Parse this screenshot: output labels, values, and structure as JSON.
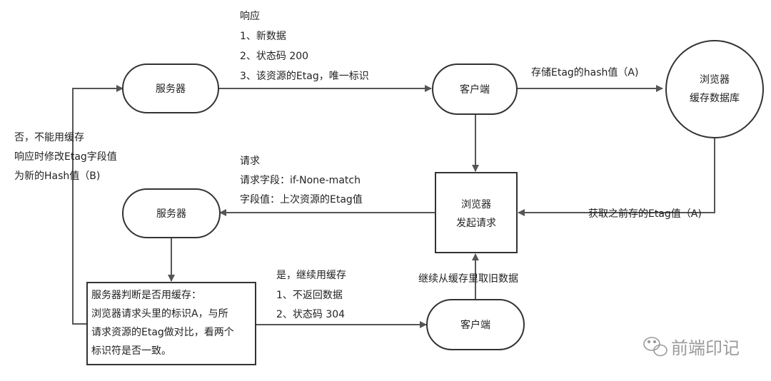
{
  "nodes": {
    "server_top": "服务器",
    "client_top": "客户端",
    "browser_cache_db": [
      "浏览器",
      "缓存数据库"
    ],
    "server_mid": "服务器",
    "browser_request": [
      "浏览器",
      "发起请求"
    ],
    "client_bottom": "客户端",
    "server_judge": [
      "服务器判断是否用缓存：",
      "浏览器请求头里的标识A，与所",
      "请求资源的Etag做对比，看两个",
      "标识符是否一致。"
    ]
  },
  "labels": {
    "response": [
      "响应",
      "1、新数据",
      "2、状态码 200",
      "3、该资源的Etag，唯一标识"
    ],
    "store_etag": "存储Etag的hash值（A)",
    "no_cache": [
      "否，不能用缓存",
      "响应时修改Etag字段值",
      "为新的Hash值（B)"
    ],
    "request": [
      "请求",
      "请求字段：if-None-match",
      "字段值：上次资源的Etag值"
    ],
    "get_prev_etag": "获取之前存的Etag值（A)",
    "yes_cache": [
      "是，继续用缓存",
      "1、不返回数据",
      "2、状态码 304"
    ],
    "continue_cache": "继续从缓存里取旧数据"
  },
  "watermark": "前端印记"
}
